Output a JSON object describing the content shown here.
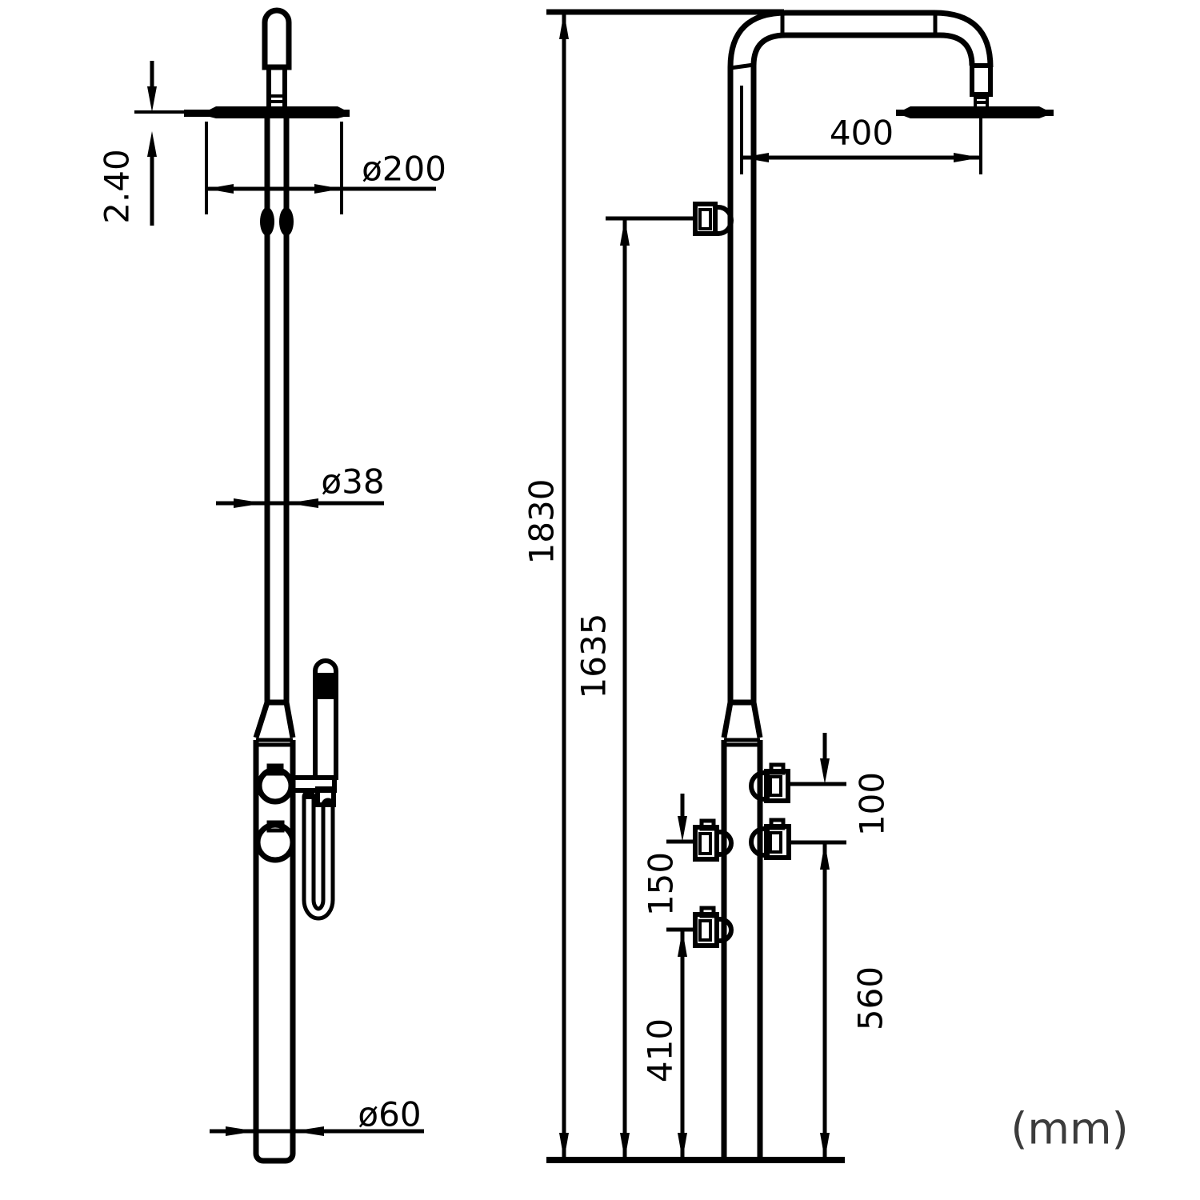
{
  "drawing": {
    "type": "technical-dimension-drawing",
    "subject": "freestanding shower column, side view and front view",
    "unit_label": "(mm)",
    "colors": {
      "line": "#000000",
      "unit_text": "#3c3c3c",
      "background": "#ffffff"
    },
    "labels": {
      "disc_thickness": "2.40",
      "head_diameter": "ø200",
      "pipe_diameter": "ø38",
      "column_diameter": "ø60",
      "arm_reach": "400",
      "total_height": "1830",
      "diverter_height": "1635",
      "right_knob_spacing": "100",
      "left_knob_spacing": "150",
      "lower_knob_height": "410",
      "right_knob_height": "560"
    }
  }
}
